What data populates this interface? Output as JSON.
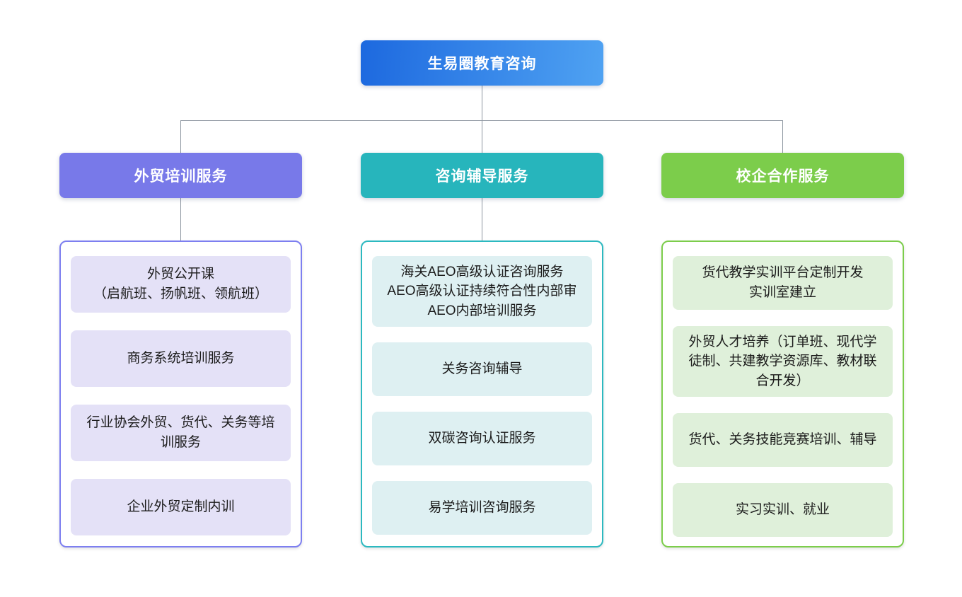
{
  "root_node": {
    "label": "生易圈教育咨询",
    "gradient_left": "#1d69df",
    "gradient_right": "#4fa2f2",
    "text_color": "#ffffff"
  },
  "connector_color": "#8d96a0",
  "branches": [
    {
      "label": "外贸培训服务",
      "header_color": "#7879e9",
      "panel_border_color": "#7d7ff0",
      "item_background": "#e4e1f7",
      "items": [
        {
          "lines": [
            "外贸公开课",
            "（启航班、扬帆班、领航班）"
          ]
        },
        {
          "lines": [
            "商务系统培训服务"
          ]
        },
        {
          "lines": [
            "行业协会外贸、货代、关务等培训服务"
          ]
        },
        {
          "lines": [
            "企业外贸定制内训"
          ]
        }
      ]
    },
    {
      "label": "咨询辅导服务",
      "header_color": "#27b5bc",
      "panel_border_color": "#2cb9c0",
      "item_background": "#def0f2",
      "items": [
        {
          "lines": [
            "海关AEO高级认证咨询服务",
            "AEO高级认证持续符合性内部审",
            "AEO内部培训服务"
          ]
        },
        {
          "lines": [
            "关务咨询辅导"
          ]
        },
        {
          "lines": [
            "双碳咨询认证服务"
          ]
        },
        {
          "lines": [
            "易学培训咨询服务"
          ]
        }
      ]
    },
    {
      "label": "校企合作服务",
      "header_color": "#7ccd4b",
      "panel_border_color": "#7ccd4b",
      "item_background": "#dff0da",
      "items": [
        {
          "lines": [
            "货代教学实训平台定制开发",
            "实训室建立"
          ]
        },
        {
          "lines": [
            "外贸人才培养（订单班、现代学徒制、共建教学资源库、教材联合开发）"
          ]
        },
        {
          "lines": [
            "货代、关务技能竞赛培训、辅导"
          ]
        },
        {
          "lines": [
            "实习实训、就业"
          ]
        }
      ]
    }
  ]
}
